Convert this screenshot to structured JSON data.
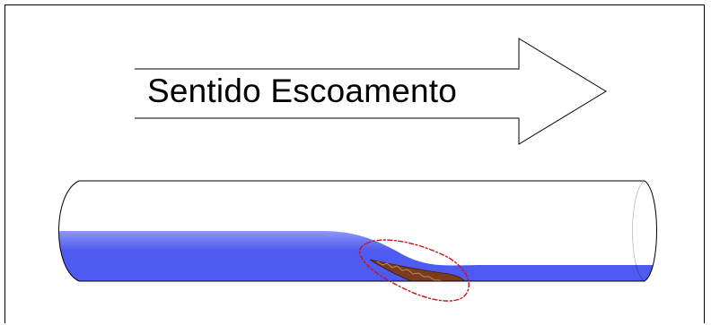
{
  "diagram": {
    "flow_label": "Sentido Escoamento",
    "colors": {
      "water": "#4f5bf0",
      "water_light": "#8e96f8",
      "sediment": "#7a3b1e",
      "highlight": "#cc1111",
      "outline": "#000000"
    },
    "icons": {
      "flow_direction": "arrow-right-icon",
      "pipe": "pipe-shape",
      "deposit_marker": "red-ellipse-highlight"
    }
  }
}
